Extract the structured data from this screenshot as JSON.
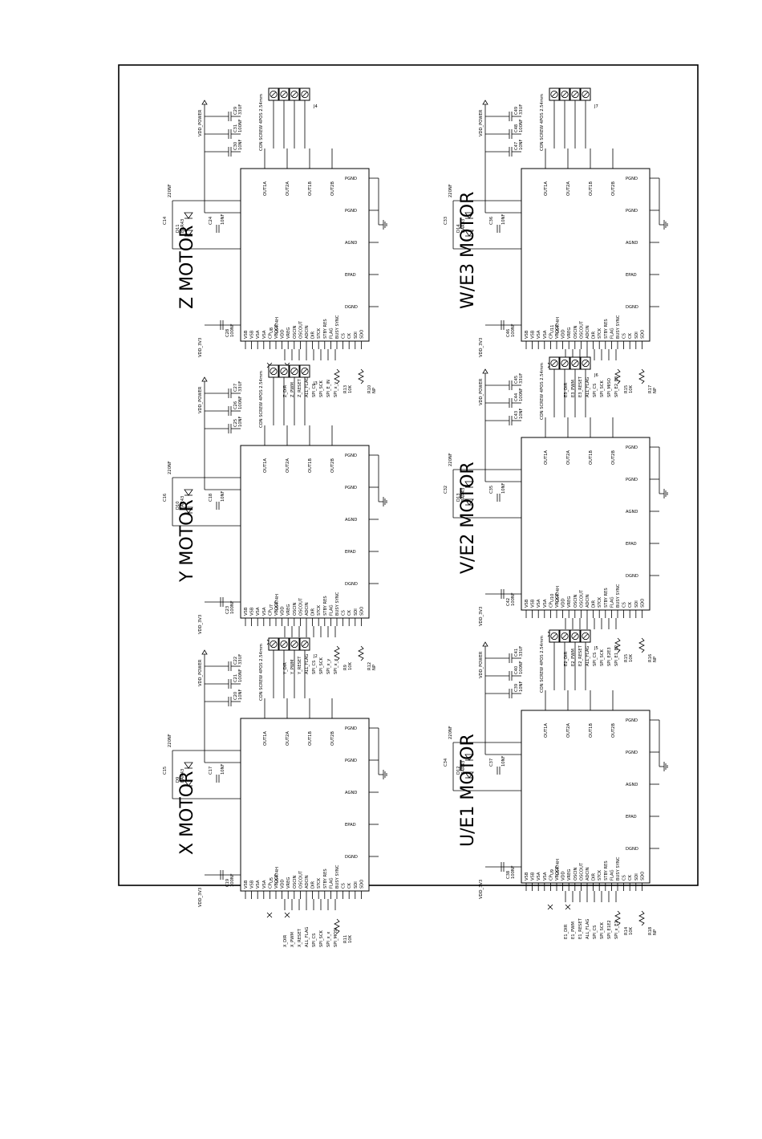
{
  "sheet": {
    "border_color": "#000000",
    "background": "#ffffff"
  },
  "common": {
    "vdd_power": "VDD_POWER",
    "vdd_3v3": "VDD_3V3",
    "conn_desc": "CON SCREW 4POS 2.54mm",
    "diode": "BAR43",
    "ic_part": "L6474H",
    "np": "NP",
    "cap_10nf": "10NF",
    "cap_100nf": "100NF",
    "cap_220nf": "220NF",
    "cap_33uf": "33UF",
    "res_10k": "10K",
    "left_pins": [
      "VSB",
      "VSB",
      "VSA",
      "VSA",
      "CP",
      "VBOOT",
      "VDD",
      "VREG",
      "OSCIN",
      "OSCOUT",
      "ADCIN",
      "DIR",
      "STCK",
      "STBY RES",
      "FLAG",
      "BUSY SYNC",
      "CS",
      "CK",
      "SDI",
      "SDO"
    ],
    "right_pins": [
      "PGND",
      "PGND",
      "AGND",
      "EPAD",
      "DGND"
    ],
    "top_pins": [
      "OUT1A",
      "OUT2A",
      "OUT1B",
      "OUT2B"
    ]
  },
  "motors": [
    {
      "title": "Z MOTOR",
      "ref": "U8",
      "connector": "J4",
      "diode": "D11",
      "caps": [
        "C14",
        "C24",
        "C30",
        "C31",
        "C29",
        "C28"
      ],
      "resistors": [
        "R13",
        "R10"
      ],
      "signals": [
        "Z_DIR",
        "Z_PWM",
        "Z_RESET",
        "ALL_FLAG",
        "SPI_CS",
        "SPI_SCK",
        "SPI_E_IN",
        "SPI_x_y"
      ]
    },
    {
      "title": "Y MOTOR",
      "ref": "U7",
      "connector": "J3",
      "diode": "D10",
      "caps": [
        "C16",
        "C18",
        "C25",
        "C26",
        "C27",
        "C23"
      ],
      "resistors": [
        "R9",
        "R12"
      ],
      "signals": [
        "Y_DIR",
        "Y_PWM",
        "Y_RESET",
        "ALL_FLAG",
        "SPI_CS",
        "SPI_SCK",
        "SPI_x_y",
        "SPI_x_x"
      ]
    },
    {
      "title": "X MOTOR",
      "ref": "U5",
      "connector": "J2",
      "diode": "D9",
      "caps": [
        "C15",
        "C17",
        "C20",
        "C21",
        "C22",
        "C19"
      ],
      "resistors": [
        "R11"
      ],
      "signals": [
        "X_DIR",
        "X_PWM",
        "X_RESET",
        "ALL_FLAG",
        "SPI_CS",
        "SPI_SCK",
        "SPI_x_x",
        "SPI_MOSI"
      ]
    },
    {
      "title": "W/E3 MOTOR",
      "ref": "U11",
      "connector": "J7",
      "diode": "D14",
      "caps": [
        "C33",
        "C36",
        "C47",
        "C48",
        "C49",
        "C46"
      ],
      "resistors": [
        "R15",
        "R17"
      ],
      "signals": [
        "E3_DIR",
        "E3_PWM",
        "E3_RESET",
        "ALL_FLAG",
        "SPI_CS",
        "SPI_SCK",
        "SPI_MISO",
        "SPI_E2_E3"
      ]
    },
    {
      "title": "V/E2 MOTOR",
      "ref": "U10",
      "connector": "J6",
      "diode": "D13",
      "caps": [
        "C32",
        "C35",
        "C43",
        "C44",
        "C45",
        "C42"
      ],
      "resistors": [
        "R15",
        "R16"
      ],
      "signals": [
        "E2_DIR",
        "E2_PWM",
        "E2_RESET",
        "ALL_FLAG",
        "SPI_CS",
        "SPI_SCK",
        "SPI_E2E3",
        "SPI_E1_E2"
      ]
    },
    {
      "title": "U/E1 MOTOR",
      "ref": "U9",
      "connector": "J5",
      "diode": "D12",
      "caps": [
        "C34",
        "C37",
        "C39",
        "C40",
        "C41",
        "C38"
      ],
      "resistors": [
        "R14",
        "R18"
      ],
      "signals": [
        "E1_DIR",
        "E1_PWM",
        "E1_RESET",
        "ALL_FLAG",
        "SPI_CS",
        "SPI_SCK",
        "SPI_E1E2",
        "SPI_x_E1"
      ]
    }
  ]
}
